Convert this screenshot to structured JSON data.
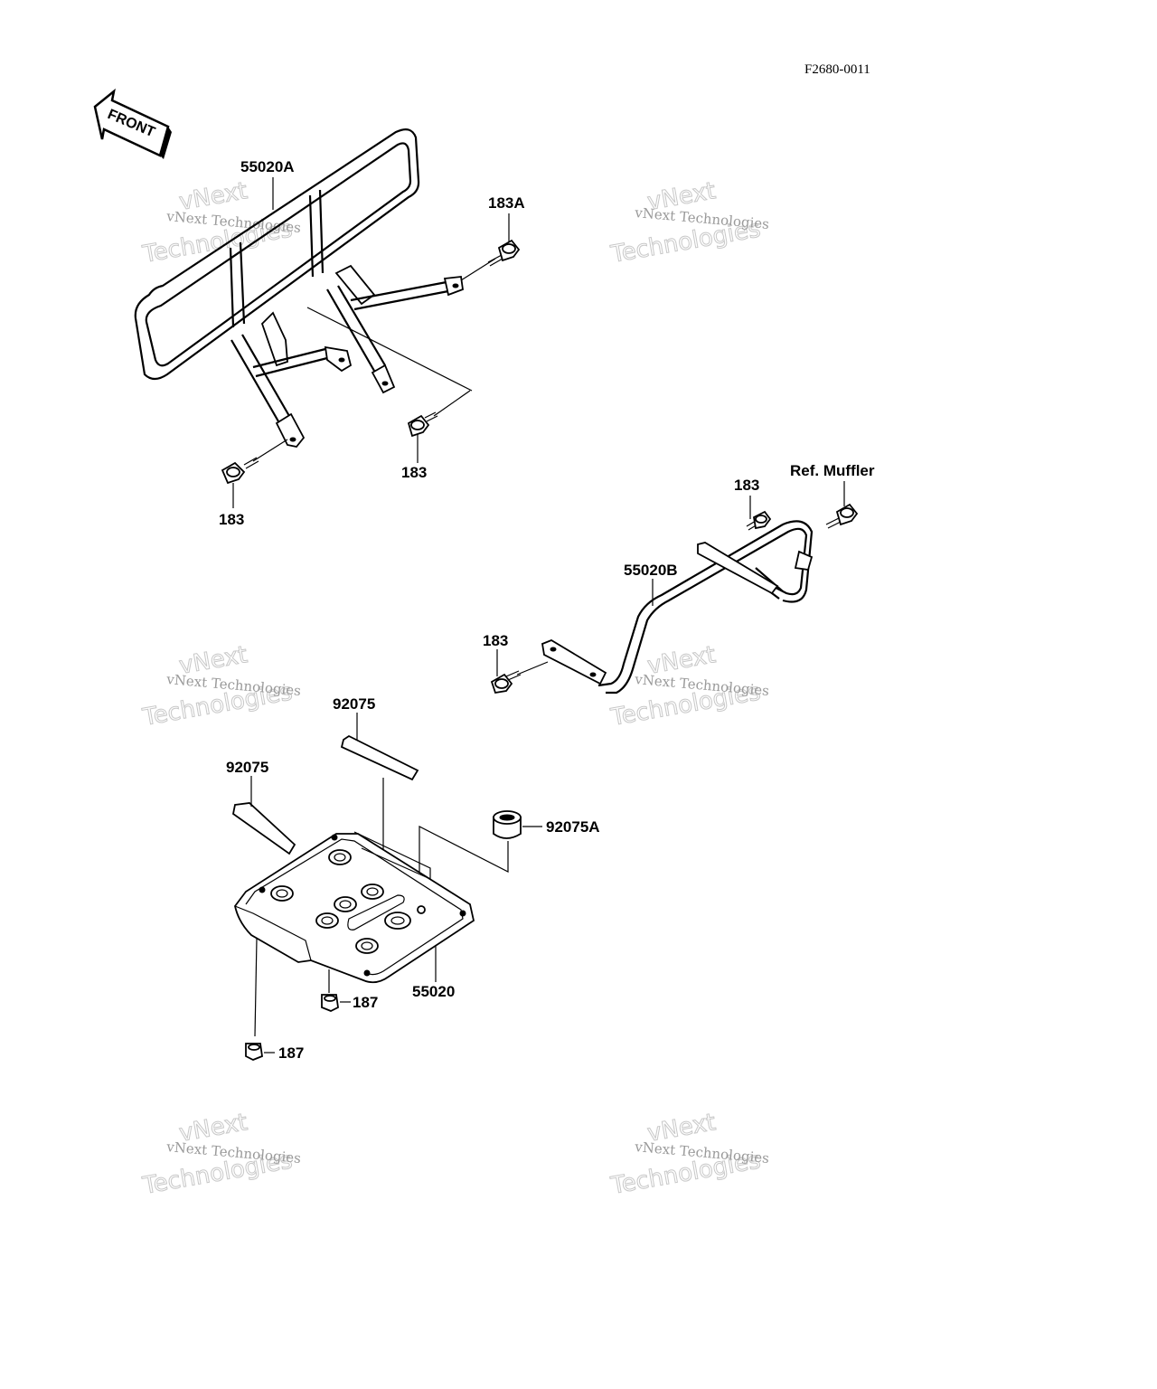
{
  "drawing_number": "F2680-0011",
  "front_arrow": {
    "label": "FRONT"
  },
  "labels": {
    "guard_front": "55020A",
    "bolt_183A": "183A",
    "bolt_183_a": "183",
    "bolt_183_b": "183",
    "bolt_183_c": "183",
    "bolt_183_d": "183",
    "ref_muffler": "Ref. Muffler",
    "guard_rear": "55020B",
    "pad_92075_a": "92075",
    "pad_92075_b": "92075",
    "damper_92075A": "92075A",
    "skid_plate": "55020",
    "bolt_187_a": "187",
    "bolt_187_b": "187"
  },
  "watermark": {
    "brand_big_1": "vNext",
    "brand_big_2": "Technologies",
    "brand_small": "vNext Technologies"
  }
}
